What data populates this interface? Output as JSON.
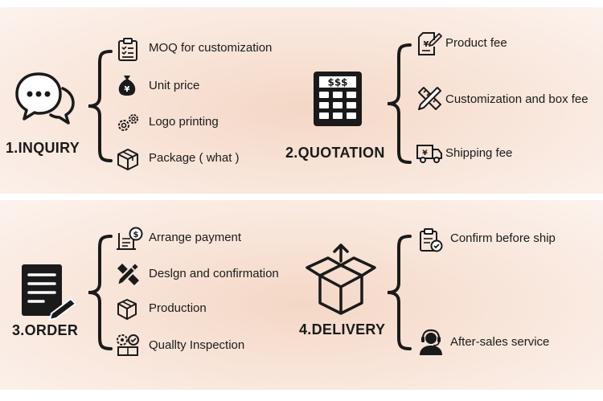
{
  "sections": [
    {
      "title": "1.INQUIRY",
      "icon": "chat-bubbles-icon",
      "items": [
        {
          "label": "MOQ for customization",
          "icon": "clipboard-list-icon"
        },
        {
          "label": "Unit price",
          "icon": "money-bag-icon"
        },
        {
          "label": "Logo printing",
          "icon": "gears-icon"
        },
        {
          "label": "Package ( what )",
          "icon": "package-box-icon"
        }
      ]
    },
    {
      "title": "2.QUOTATION",
      "icon": "calculator-icon",
      "items": [
        {
          "label": "Product fee",
          "icon": "invoice-pen-icon"
        },
        {
          "label": "Customization and box fee",
          "icon": "ruler-pencil-icon"
        },
        {
          "label": "Shipping fee",
          "icon": "delivery-truck-icon"
        }
      ]
    },
    {
      "title": "3.ORDER",
      "icon": "document-pen-icon",
      "items": [
        {
          "label": "Arrange payment",
          "icon": "receipt-coin-icon"
        },
        {
          "label": "Deslgn and confirmation",
          "icon": "pencil-ruler-cross-icon"
        },
        {
          "label": "Production",
          "icon": "box-icon"
        },
        {
          "label": "Quallty Inspection",
          "icon": "inspection-gears-icon"
        }
      ]
    },
    {
      "title": "4.DELIVERY",
      "icon": "open-box-arrow-icon",
      "items": [
        {
          "label": "Confirm before ship",
          "icon": "clipboard-check-icon"
        },
        {
          "label": "After-sales service",
          "icon": "headset-agent-icon"
        }
      ]
    }
  ]
}
